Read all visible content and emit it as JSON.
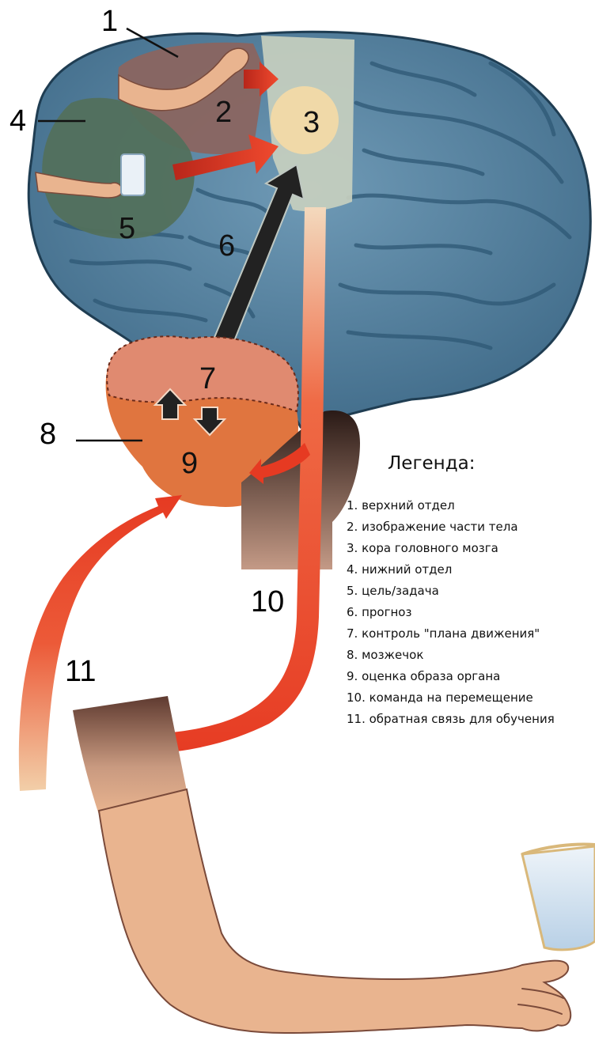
{
  "diagram": {
    "numbers": {
      "n1": "1",
      "n2": "2",
      "n3": "3",
      "n4": "4",
      "n5": "5",
      "n6": "6",
      "n7": "7",
      "n8": "8",
      "n9": "9",
      "n10": "10",
      "n11": "11"
    },
    "legend": {
      "title": "Легенда:",
      "items": [
        "1. верхний отдел",
        "2. изображение части тела",
        "3. кора головного мозга",
        "4. нижний отдел",
        "5. цель/задача",
        "6. прогноз",
        "7. контроль \"плана движения\"",
        "8. мозжечок",
        "9. оценка образа органа",
        "10. команда на перемещение",
        "11. обратная связь для обучения"
      ]
    },
    "colors": {
      "brain": "#4f7d9b",
      "brain_fold": "#2e5875",
      "upper_section": "#8a6560",
      "lower_section": "#52705c",
      "cortex_strip": "#c7cfbf",
      "cortex_spot": "#f0d9a8",
      "cerebellum_top": "#e08a70",
      "cerebellum_bottom": "#e0753f",
      "arrow_red": "#e63a22",
      "arrow_dark": "#222222",
      "skin": "#e9b48f",
      "glass": "#dce8f2"
    }
  }
}
